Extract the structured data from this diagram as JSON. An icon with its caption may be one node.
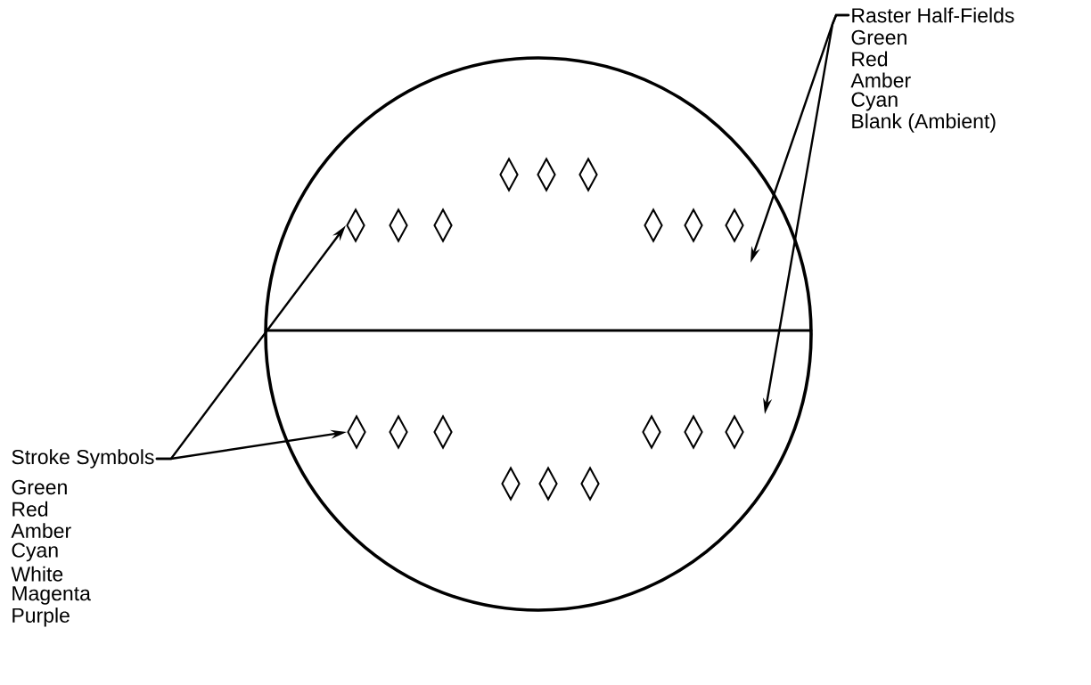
{
  "diagram": {
    "nodes": [
      {
        "text": [
          "Stroke Symbols"
        ]
      },
      {
        "text": [
          "Raster Half-Fields"
        ]
      },
      {
        "text": [],
        "shape": "diamond"
      },
      {
        "text": [],
        "shape": "diamond"
      },
      {
        "text": [],
        "shape": "diamond"
      },
      {
        "text": [],
        "shape": "diamond"
      },
      {
        "text": [],
        "shape": "diamond"
      },
      {
        "text": [],
        "shape": "diamond"
      },
      {
        "text": [],
        "shape": "diamond"
      },
      {
        "text": [],
        "shape": "diamond"
      },
      {
        "text": [],
        "shape": "diamond"
      },
      {
        "text": [],
        "shape": "diamond"
      },
      {
        "text": [],
        "shape": "diamond"
      },
      {
        "text": [],
        "shape": "diamond"
      },
      {
        "text": [],
        "shape": "diamond"
      },
      {
        "text": [],
        "shape": "diamond"
      },
      {
        "text": [],
        "shape": "diamond"
      },
      {
        "text": [],
        "shape": "diamond"
      },
      {
        "text": [],
        "shape": "diamond"
      },
      {
        "text": [],
        "shape": "diamond"
      }
    ],
    "edges": [
      {
        "from": 0,
        "to": 5,
        "arrow": "to"
      },
      {
        "from": 0,
        "to": 11,
        "arrow": "to"
      },
      {
        "from": 1,
        "to": null,
        "arrow": "to"
      },
      {
        "from": 1,
        "to": null,
        "arrow": "to"
      }
    ],
    "labels": [
      "Green",
      "Red",
      "Amber",
      "Cyan",
      "Blank (Ambient)",
      "Green",
      "Red",
      "Amber",
      "Cyan",
      "White",
      "Magenta",
      "Purple"
    ]
  }
}
